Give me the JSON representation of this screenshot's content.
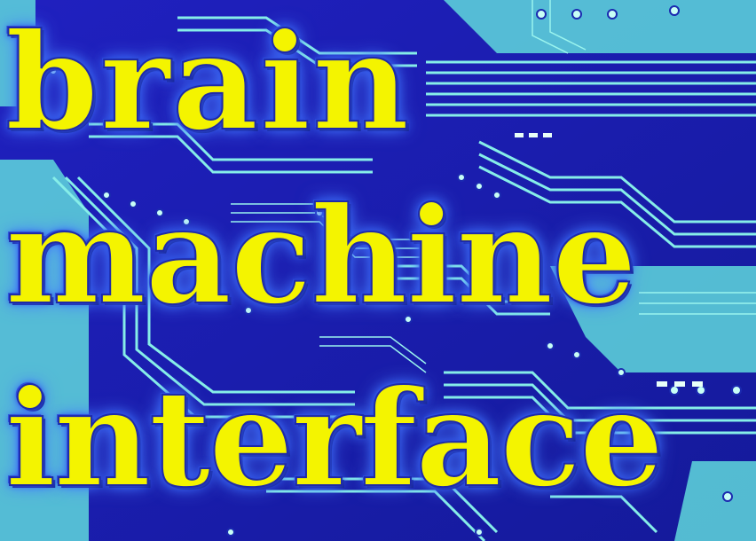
{
  "headline": {
    "line1": "brain",
    "line2": "machine",
    "line3": "interface"
  },
  "colors": {
    "board_background": "#1c1cb0",
    "trace": "#7fe8e6",
    "text_fill": "#f4f400",
    "text_glow": "#3a6cff"
  }
}
